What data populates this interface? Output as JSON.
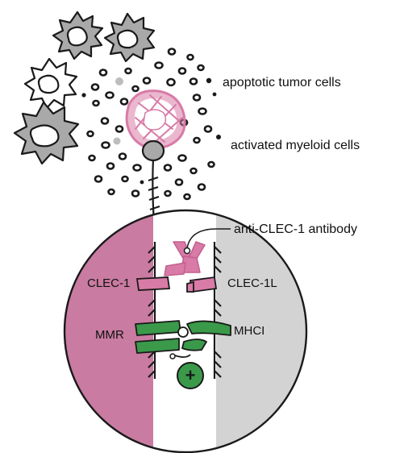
{
  "labels": {
    "apoptotic": "apoptotic tumor cells",
    "myeloid": "activated myeloid cells",
    "antibody": "anti-CLEC-1 antibody",
    "clec1": "CLEC-1",
    "clec1l": "CLEC-1L",
    "mmr": "MMR",
    "mhci": "MHCI",
    "plus": "+"
  },
  "colors": {
    "pink": "#d87ba7",
    "pink_light": "#f0b9cf",
    "tumor_gray": "#a9a9a9",
    "mauve": "#c97ba1",
    "light_gray": "#d3d3d3",
    "green": "#3a9a4a",
    "green_dark": "#1e6a2a",
    "outline": "#1a1a1a"
  }
}
